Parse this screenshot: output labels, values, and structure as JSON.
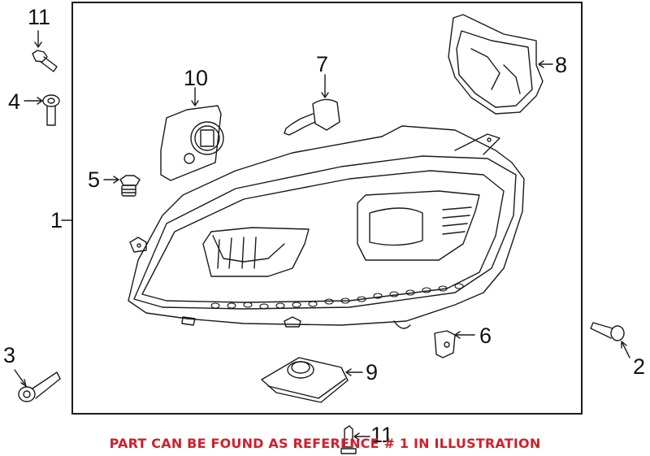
{
  "diagram": {
    "title": "Headlamp assembly parts diagram",
    "callouts": [
      {
        "id": "1",
        "label": "1",
        "part": "headlamp-assembly"
      },
      {
        "id": "2",
        "label": "2",
        "part": "screw"
      },
      {
        "id": "3",
        "label": "3",
        "part": "bolt"
      },
      {
        "id": "4",
        "label": "4",
        "part": "screw"
      },
      {
        "id": "5",
        "label": "5",
        "part": "plug"
      },
      {
        "id": "6",
        "label": "6",
        "part": "clip-nut"
      },
      {
        "id": "7",
        "label": "7",
        "part": "actuator"
      },
      {
        "id": "8",
        "label": "8",
        "part": "rear-cover"
      },
      {
        "id": "9",
        "label": "9",
        "part": "control-module"
      },
      {
        "id": "10",
        "label": "10",
        "part": "ballast-module"
      },
      {
        "id": "11a",
        "label": "11",
        "part": "bolt"
      },
      {
        "id": "11b",
        "label": "11",
        "part": "bolt"
      }
    ],
    "note": "PART CAN BE FOUND AS REFERENCE # 1 IN ILLUSTRATION",
    "colors": {
      "note": "#d0202a",
      "line": "#1a1a1a",
      "background": "#ffffff"
    }
  }
}
